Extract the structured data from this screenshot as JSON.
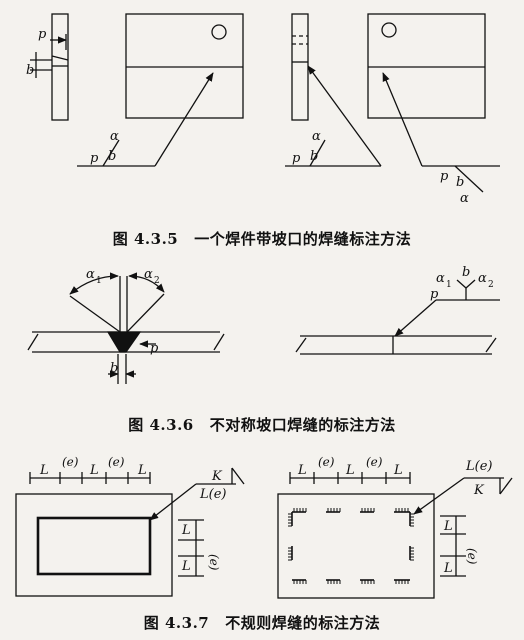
{
  "figures": [
    {
      "id": "fig-4-3-5",
      "number": "图 4.3.5",
      "title": "一个焊件带坡口的焊缝标注方法",
      "labels": {
        "p": "p",
        "b": "b",
        "alpha": "α"
      }
    },
    {
      "id": "fig-4-3-6",
      "number": "图 4.3.6",
      "title": "不对称坡口焊缝的标注方法",
      "labels": {
        "alpha1": "α",
        "alpha2": "α",
        "sub1": "1",
        "sub2": "2",
        "p": "p",
        "b": "b"
      }
    },
    {
      "id": "fig-4-3-7",
      "number": "图 4.3.7",
      "title": "不规则焊缝的标注方法",
      "labels": {
        "L": "L",
        "e": "(e)",
        "K": "K",
        "Le": "L(e)"
      }
    }
  ]
}
